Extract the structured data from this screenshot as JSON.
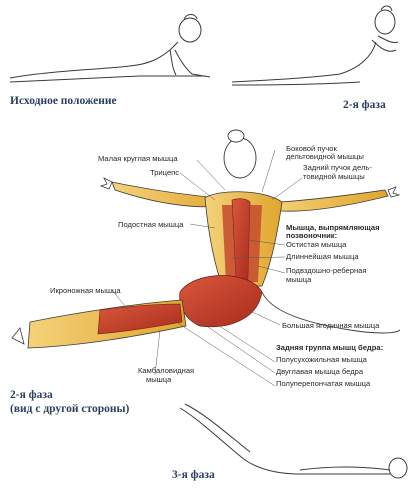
{
  "captions": {
    "start": "Исходное положение",
    "phase2_top": "2-я фаза",
    "phase2_side_line1": "2-я фаза",
    "phase2_side_line2": "(вид с другой стороны)",
    "phase3": "3-я фаза"
  },
  "labels": {
    "teres_minor": "Малая круглая мышца",
    "triceps": "Трицепс",
    "infraspinatus": "Подостная мышца",
    "gastrocnemius": "Икроножная мышца",
    "soleus_line1": "Камбаловидная",
    "soleus_line2": "мышца",
    "deltoid_lateral_line1": "Боковой пучок",
    "deltoid_lateral_line2": "дельтовидной мышцы",
    "deltoid_posterior_line1": "Задний пучок дель-",
    "deltoid_posterior_line2": "товидной мышцы",
    "erector_line1": "Мышца, выпрямляющая",
    "erector_line2": "позвоночник:",
    "spinalis": "Остистая мышца",
    "longissimus": "Длиннейшая мышца",
    "iliocostalis_line1": "Подвздошно-реберная",
    "iliocostalis_line2": "мышца",
    "gluteus_maximus": "Большая ягодичная мышца",
    "hamstrings": "Задняя группа мышц бедра:",
    "semitendinosus": "Полусухожильная мышца",
    "biceps_femoris": "Двуглавая мышца бедра",
    "semimembranosus": "Полуперепончатая мышца"
  },
  "colors": {
    "caption": "#2b3f5f",
    "muscle_red": "#c8402b",
    "muscle_yellow": "#e9b73c",
    "outline": "#3a3a3a"
  }
}
